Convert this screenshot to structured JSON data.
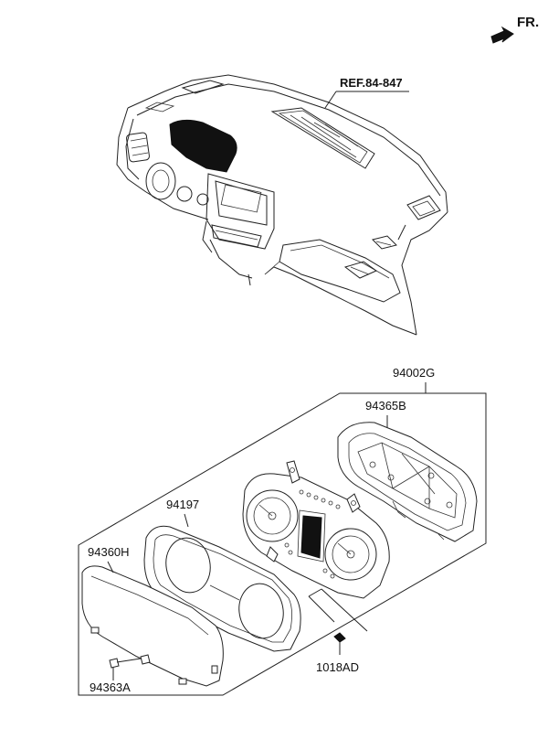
{
  "orientation": {
    "label": "FR.",
    "arrow_icon": "direction-arrow-icon"
  },
  "reference": {
    "label": "REF.84-847"
  },
  "parts": [
    {
      "code": "94002G",
      "description": "cluster-assembly"
    },
    {
      "code": "94365B",
      "description": "rear-case"
    },
    {
      "code": "94197",
      "description": "front-case"
    },
    {
      "code": "94360H",
      "description": "glass-window"
    },
    {
      "code": "94363A",
      "description": "clip"
    },
    {
      "code": "1018AD",
      "description": "screw"
    }
  ],
  "colors": {
    "line": "#222222",
    "background": "#ffffff",
    "fill_dark": "#111111"
  }
}
